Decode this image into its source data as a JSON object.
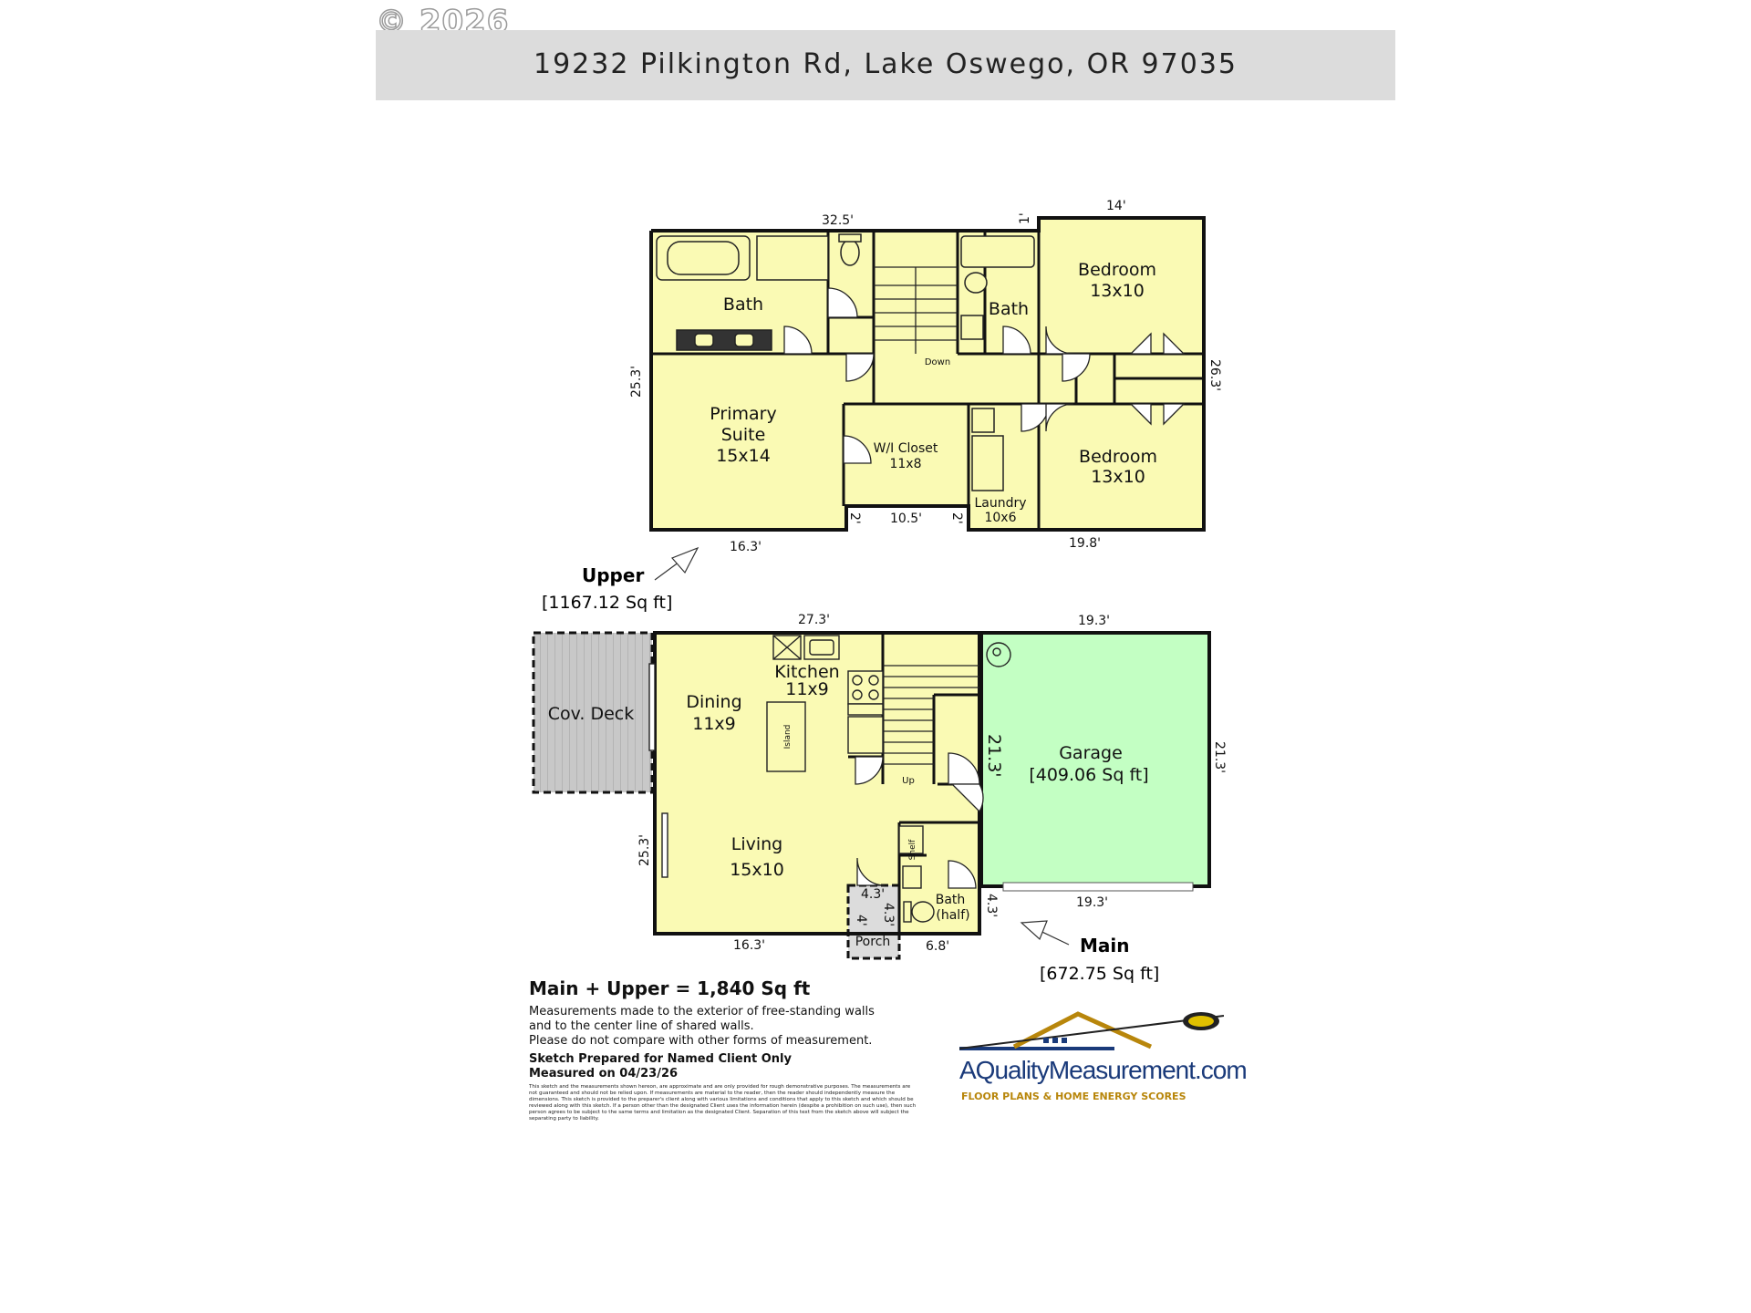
{
  "copyright": "© 2026",
  "address": "19232 Pilkington Rd, Lake Oswego, OR 97035",
  "upper": {
    "label": "Upper",
    "area": "[1167.12 Sq ft]",
    "rooms": {
      "bath_primary": "Bath",
      "bath_hall": "Bath",
      "bedroom1_name": "Bedroom",
      "bedroom1_size": "13x10",
      "bedroom2_name": "Bedroom",
      "bedroom2_size": "13x10",
      "primary_l1": "Primary",
      "primary_l2": "Suite",
      "primary_size": "15x14",
      "closet_name": "W/I Closet",
      "closet_size": "11x8",
      "laundry_name": "Laundry",
      "laundry_size": "10x6",
      "stairs": "Down"
    },
    "dims": {
      "top": "32.5'",
      "top_right": "14'",
      "jog": "1'",
      "left": "25.3'",
      "right": "26.3'",
      "bottom_left": "16.3'",
      "bottom_mid": "10.5'",
      "bottom_right": "19.8'",
      "notch_left": "2'",
      "notch_right": "2'"
    }
  },
  "main": {
    "label": "Main",
    "area": "[672.75 Sq ft]",
    "rooms": {
      "deck": "Cov. Deck",
      "dining_name": "Dining",
      "dining_size": "11x9",
      "kitchen_name": "Kitchen",
      "kitchen_size": "11x9",
      "island": "Island",
      "living_name": "Living",
      "living_size": "15x10",
      "garage_name": "Garage",
      "garage_area": "[409.06 Sq ft]",
      "bath_name": "Bath",
      "bath_qual": "(half)",
      "shelf": "Shelf",
      "porch": "Porch",
      "stairs": "Up"
    },
    "dims": {
      "top": "27.3'",
      "garage_top": "19.3'",
      "left": "25.3'",
      "garage_left": "21.3'",
      "garage_right": "21.3'",
      "garage_bottom": "19.3'",
      "bottom_left": "16.3'",
      "bottom_right": "6.8'",
      "porch_top": "4.3'",
      "porch_side": "4'",
      "porch_right": "4.3'",
      "step": "4.3'"
    }
  },
  "footer": {
    "total": "Main + Upper = 1,840 Sq ft",
    "note1": "Measurements made to the exterior of free-standing walls",
    "note2": "and to the center line of shared walls.",
    "note3": "Please do not compare with other forms of measurement.",
    "prepared": "Sketch Prepared for Named Client Only",
    "measured": "Measured on 04/23/26",
    "fine": "This sketch and the measurements shown hereon, are approximate and are only provided for rough demonstrative purposes. The measurements are not guaranteed and should not be relied upon. If measurements are material to the reader, then the reader should independently measure the dimensions. This sketch is provided to the preparer's client along with various limitations and conditions that apply to this sketch and which should be reviewed along with this sketch. If a person other than the designated Client uses the information herein (despite a prohibition on such use), then such person agrees to be subject to the same terms and limitation as the designated Client. Separation of this text from the sketch above will subject the separating party to liability."
  },
  "logo": {
    "name": "AQualityMeasurement.com",
    "sub": "FLOOR PLANS & HOME ENERGY SCORES"
  },
  "colors": {
    "room": "#fafab4",
    "garage": "#c3ffc3",
    "deck": "#c8c8c8",
    "wall": "#111111",
    "banner": "#dcdcdc"
  }
}
